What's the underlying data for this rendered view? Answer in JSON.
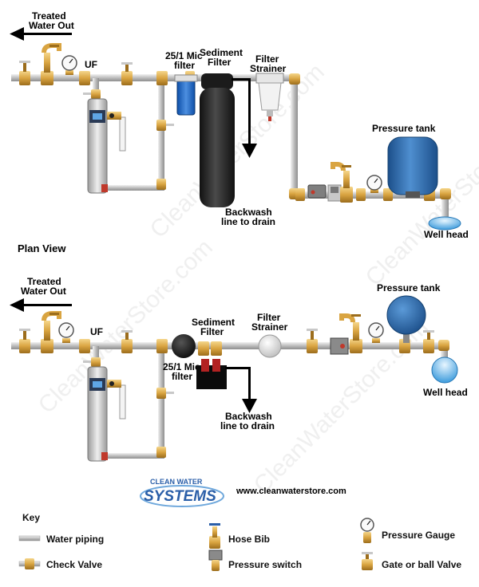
{
  "watermark": "CleanWaterStore.com",
  "top_diagram": {
    "treated_water_out": [
      "Treated",
      "Water Out"
    ],
    "uf_label": "UF",
    "mic_filter": [
      "25/1 Mic",
      "filter"
    ],
    "sediment_filter": [
      "Sediment",
      "Filter"
    ],
    "filter_strainer": [
      "Filter",
      "Strainer"
    ],
    "pressure_tank": "Pressure tank",
    "backwash": [
      "Backwash",
      "line to drain"
    ],
    "well_head": "Well head"
  },
  "section_title": "Plan View",
  "plan_diagram": {
    "treated_water_out": [
      "Treated",
      "Water Out"
    ],
    "uf_label": "UF",
    "sediment_filter": [
      "Sediment",
      "Filter"
    ],
    "filter_strainer": [
      "Filter",
      "Strainer"
    ],
    "pressure_tank": "Pressure tank",
    "mic_filter": [
      "25/1 Mic",
      "filter"
    ],
    "backwash": [
      "Backwash",
      "line to drain"
    ],
    "well_head": "Well head"
  },
  "brand": {
    "line1": "CLEAN WATER",
    "line2": "SYSTEMS",
    "website": "www.cleanwaterstore.com"
  },
  "key": {
    "title": "Key",
    "items": [
      {
        "label": "Water piping",
        "icon": "pipe-icon"
      },
      {
        "label": "Check Valve",
        "icon": "check-valve-icon"
      },
      {
        "label": "Hose Bib",
        "icon": "hose-bib-icon"
      },
      {
        "label": "Pressure switch",
        "icon": "pressure-switch-icon"
      },
      {
        "label": "Pressure Gauge",
        "icon": "pressure-gauge-icon"
      },
      {
        "label": "Gate or ball Valve",
        "icon": "gate-valve-icon"
      }
    ]
  },
  "colors": {
    "pipe": "#c8c8c8",
    "brass": "#d9a441",
    "tank_blue": "#2f6fb3",
    "sediment_black": "#1e1e1e",
    "arrow": "#000000"
  }
}
